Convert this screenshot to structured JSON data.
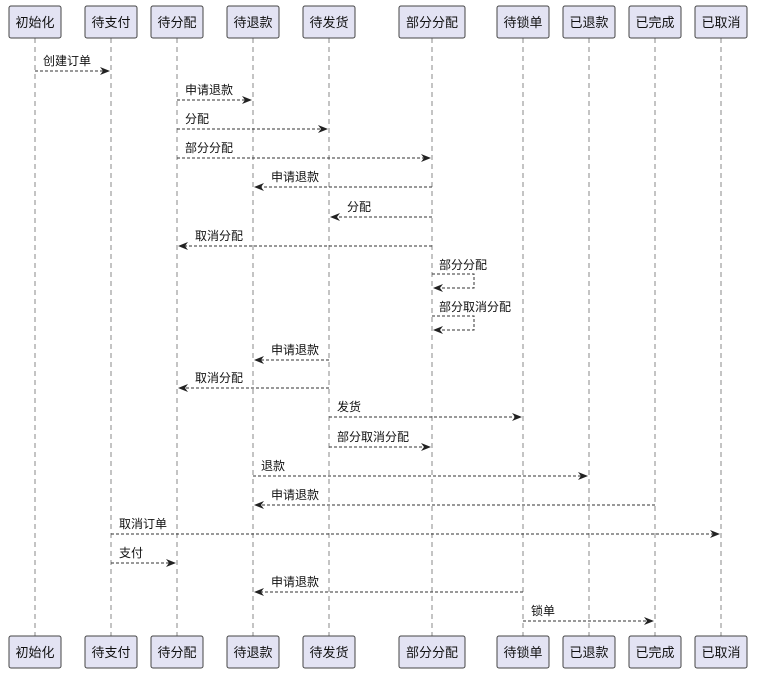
{
  "participants": [
    {
      "id": "init",
      "label": "初始化"
    },
    {
      "id": "pending_pay",
      "label": "待支付"
    },
    {
      "id": "pending_alloc",
      "label": "待分配"
    },
    {
      "id": "pending_refund",
      "label": "待退款"
    },
    {
      "id": "pending_ship",
      "label": "待发货"
    },
    {
      "id": "partial_alloc",
      "label": "部分分配"
    },
    {
      "id": "pending_lock",
      "label": "待锁单"
    },
    {
      "id": "refunded",
      "label": "已退款"
    },
    {
      "id": "completed",
      "label": "已完成"
    },
    {
      "id": "cancelled",
      "label": "已取消"
    }
  ],
  "messages": [
    {
      "from": "init",
      "to": "pending_pay",
      "label": "创建订单"
    },
    {
      "from": "pending_alloc",
      "to": "pending_refund",
      "label": "申请退款"
    },
    {
      "from": "pending_alloc",
      "to": "pending_ship",
      "label": "分配"
    },
    {
      "from": "pending_alloc",
      "to": "partial_alloc",
      "label": "部分分配"
    },
    {
      "from": "partial_alloc",
      "to": "pending_refund",
      "label": "申请退款"
    },
    {
      "from": "partial_alloc",
      "to": "pending_ship",
      "label": "分配"
    },
    {
      "from": "partial_alloc",
      "to": "pending_alloc",
      "label": "取消分配"
    },
    {
      "from": "partial_alloc",
      "to": "partial_alloc",
      "label": "部分分配"
    },
    {
      "from": "partial_alloc",
      "to": "partial_alloc",
      "label": "部分取消分配"
    },
    {
      "from": "pending_ship",
      "to": "pending_refund",
      "label": "申请退款"
    },
    {
      "from": "pending_ship",
      "to": "pending_alloc",
      "label": "取消分配"
    },
    {
      "from": "pending_ship",
      "to": "pending_lock",
      "label": "发货"
    },
    {
      "from": "pending_ship",
      "to": "partial_alloc",
      "label": "部分取消分配"
    },
    {
      "from": "pending_refund",
      "to": "refunded",
      "label": "退款"
    },
    {
      "from": "completed",
      "to": "pending_refund",
      "label": "申请退款"
    },
    {
      "from": "pending_pay",
      "to": "cancelled",
      "label": "取消订单"
    },
    {
      "from": "pending_pay",
      "to": "pending_alloc",
      "label": "支付"
    },
    {
      "from": "pending_lock",
      "to": "pending_refund",
      "label": "申请退款"
    },
    {
      "from": "pending_lock",
      "to": "completed",
      "label": "锁单"
    }
  ]
}
